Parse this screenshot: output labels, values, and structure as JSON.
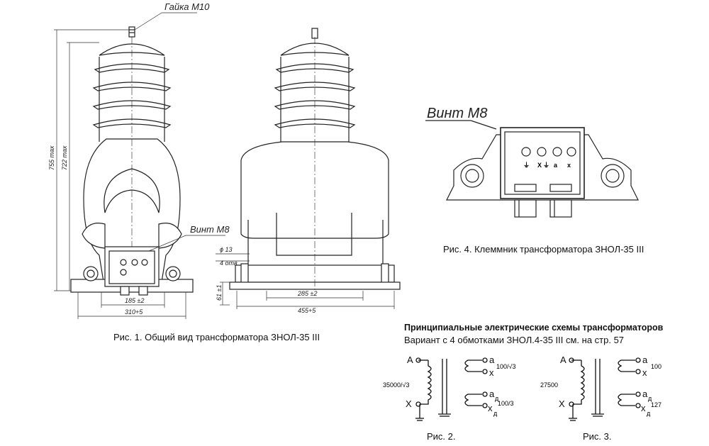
{
  "fig1": {
    "nut_label": "Гайка М10",
    "screw_label": "Винт М8",
    "dim_755": "755 max",
    "dim_722": "722 max",
    "dim_185": "185 ±2",
    "dim_310": "310+5",
    "caption": "Рис. 1. Общий вид трансформатора ЗНОЛ-35 III"
  },
  "side": {
    "dim_phi13": "ϕ 13",
    "dim_4otv": "4 отв",
    "dim_61": "61 ±1",
    "dim_285": "285 ±2",
    "dim_455": "455+5"
  },
  "fig4": {
    "screw_label": "Винт М8",
    "terminal_labels": [
      "⏚",
      "X",
      "⏚",
      "a",
      "x"
    ],
    "caption": "Рис. 4. Клеммник трансформатора ЗНОЛ-35 III"
  },
  "schemes": {
    "title": "Принципиальные электрические схемы трансформаторов",
    "subtitle": "Вариант с 4 обмотками ЗНОЛ.4-35 III см. на стр. 57",
    "fig2": {
      "primary_top": "A",
      "primary_bottom": "X",
      "primary_voltage": "35000/√3",
      "sec1_top": "a",
      "sec1_bottom": "x",
      "sec1_voltage": "100/√3",
      "sec2_top": "a",
      "sec2_sub": "д",
      "sec2_bottom": "x",
      "sec2_voltage": "100/3",
      "caption": "Рис. 2."
    },
    "fig3": {
      "primary_top": "A",
      "primary_bottom": "X",
      "primary_voltage": "27500",
      "sec1_top": "a",
      "sec1_bottom": "x",
      "sec1_voltage": "100",
      "sec2_top": "a",
      "sec2_sub": "д",
      "sec2_bottom": "x",
      "sec2_voltage": "127",
      "caption": "Рис. 3."
    }
  }
}
